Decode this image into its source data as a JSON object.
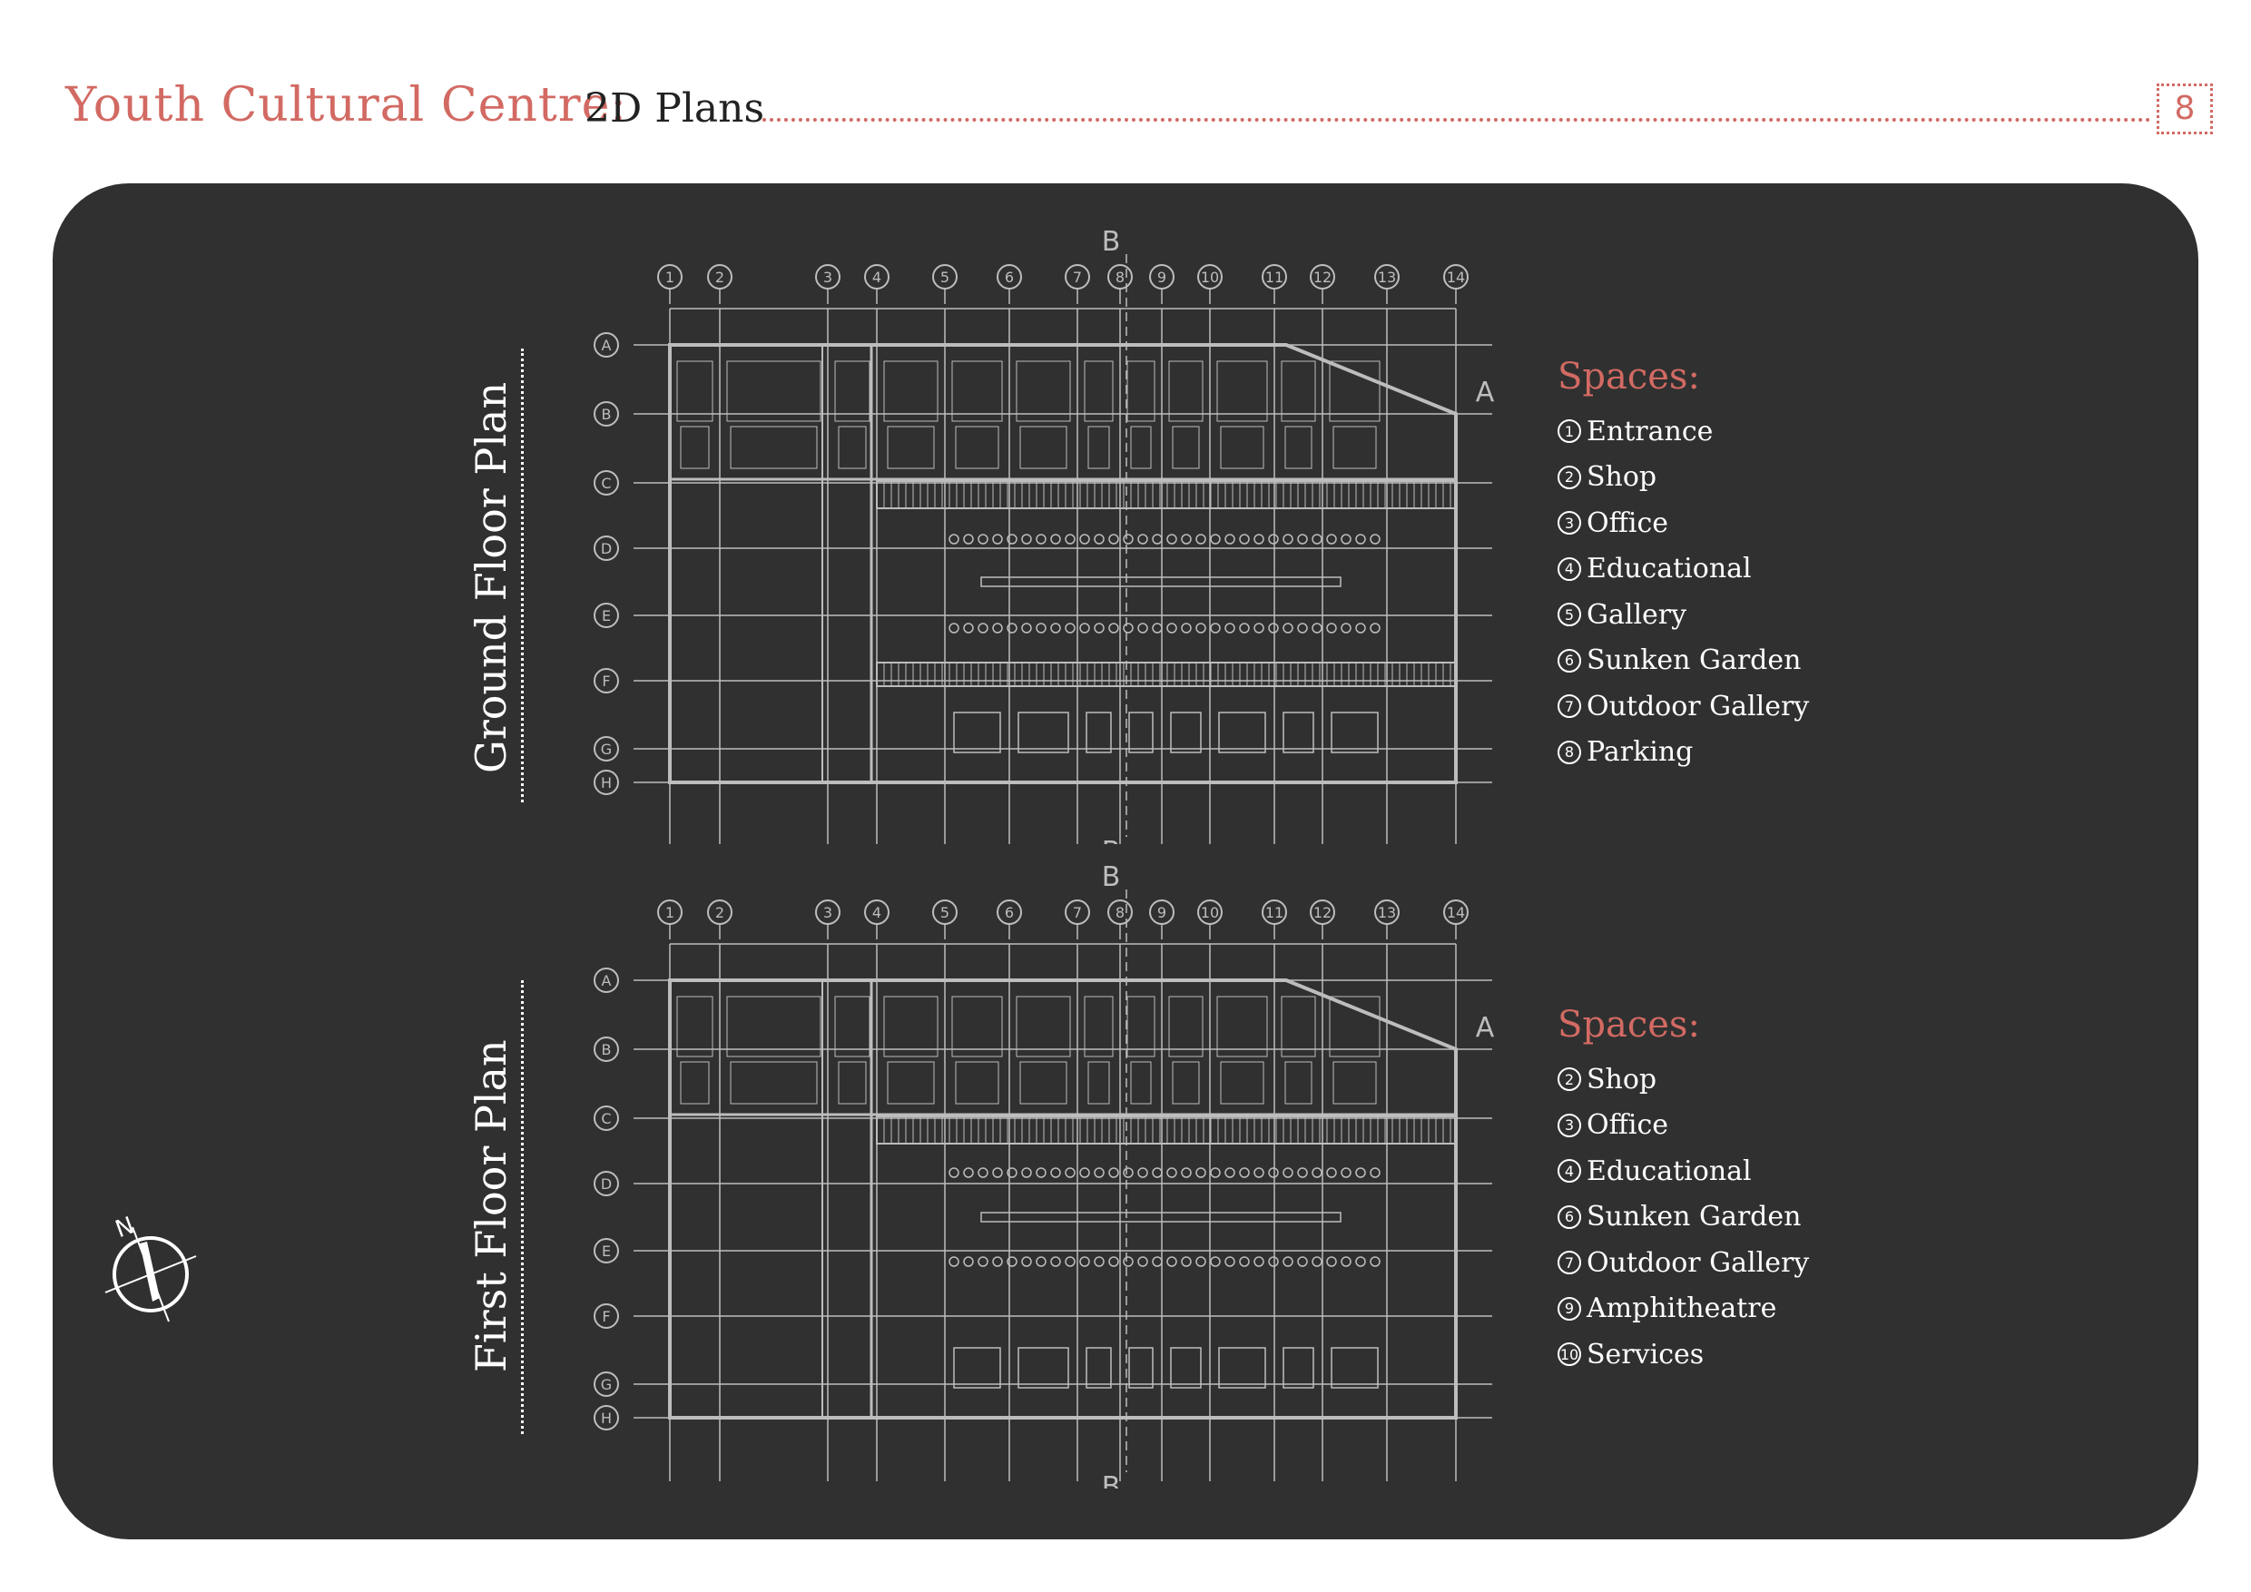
{
  "header": {
    "title": "Youth Cultural Centre:",
    "subtitle": "2D Plans",
    "page_number": "8"
  },
  "colors": {
    "accent": "#d26a63",
    "panel": "#303030",
    "lines": "#bdbdbd"
  },
  "grid": {
    "columns": [
      "1",
      "2",
      "3",
      "4",
      "5",
      "6",
      "7",
      "8",
      "9",
      "10",
      "11",
      "12",
      "13",
      "14"
    ],
    "rows": [
      "A",
      "B",
      "C",
      "D",
      "E",
      "F",
      "G",
      "H"
    ],
    "section_marker_a": "A",
    "section_marker_b": "B"
  },
  "plans": [
    {
      "title": "Ground Floor Plan",
      "legend_heading": "Spaces:",
      "spaces": [
        {
          "num": "1",
          "label": "Entrance"
        },
        {
          "num": "2",
          "label": "Shop"
        },
        {
          "num": "3",
          "label": "Office"
        },
        {
          "num": "4",
          "label": "Educational"
        },
        {
          "num": "5",
          "label": "Gallery"
        },
        {
          "num": "6",
          "label": "Sunken Garden"
        },
        {
          "num": "7",
          "label": "Outdoor Gallery"
        },
        {
          "num": "8",
          "label": "Parking"
        }
      ]
    },
    {
      "title": "First Floor Plan",
      "legend_heading": "Spaces:",
      "spaces": [
        {
          "num": "2",
          "label": "Shop"
        },
        {
          "num": "3",
          "label": "Office"
        },
        {
          "num": "4",
          "label": "Educational"
        },
        {
          "num": "6",
          "label": "Sunken Garden"
        },
        {
          "num": "7",
          "label": "Outdoor Gallery"
        },
        {
          "num": "9",
          "label": "Amphitheatre"
        },
        {
          "num": "10",
          "label": "Services"
        }
      ]
    }
  ],
  "compass": {
    "label": "N",
    "icon": "north-arrow-icon"
  }
}
